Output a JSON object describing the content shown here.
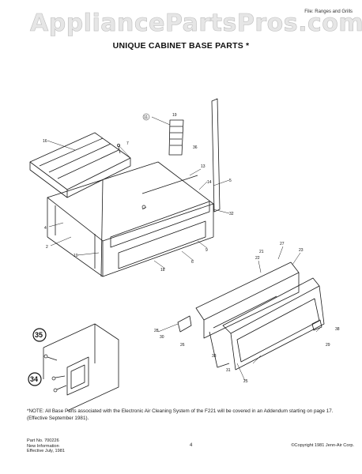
{
  "watermark": "AppliancePartsPros.com",
  "file_label": "File: Ranges and Grills",
  "title": "UNIQUE CABINET BASE PARTS *",
  "callouts": {
    "c11": "11",
    "c19": "19",
    "c36": "36",
    "c7": "7",
    "c16": "16",
    "c13": "13",
    "c14": "14",
    "c5": "5",
    "c4": "4",
    "c2": "2",
    "c32": "32",
    "c10": "10",
    "c6": "6",
    "c9": "9",
    "c18": "18",
    "c22": "22",
    "c27": "27",
    "c21": "21",
    "c23": "23",
    "c28": "28",
    "c30": "30",
    "c26": "26",
    "c29": "29",
    "c33": "33",
    "c31": "31",
    "c38": "38",
    "c25": "25",
    "c35": "35",
    "c34": "34"
  },
  "note": "*NOTE: All Base Parts associated with the Electronic Air Cleaning System of the F221 will be covered in an Addendum starting on page 17. (Effective September 1981).",
  "footer": {
    "part_no": "Part No. 700226",
    "info": "New Information",
    "effective": "Effective July, 1981",
    "page_number": "4",
    "copyright": "©Copyright 1981 Jenn-Air Corp."
  }
}
